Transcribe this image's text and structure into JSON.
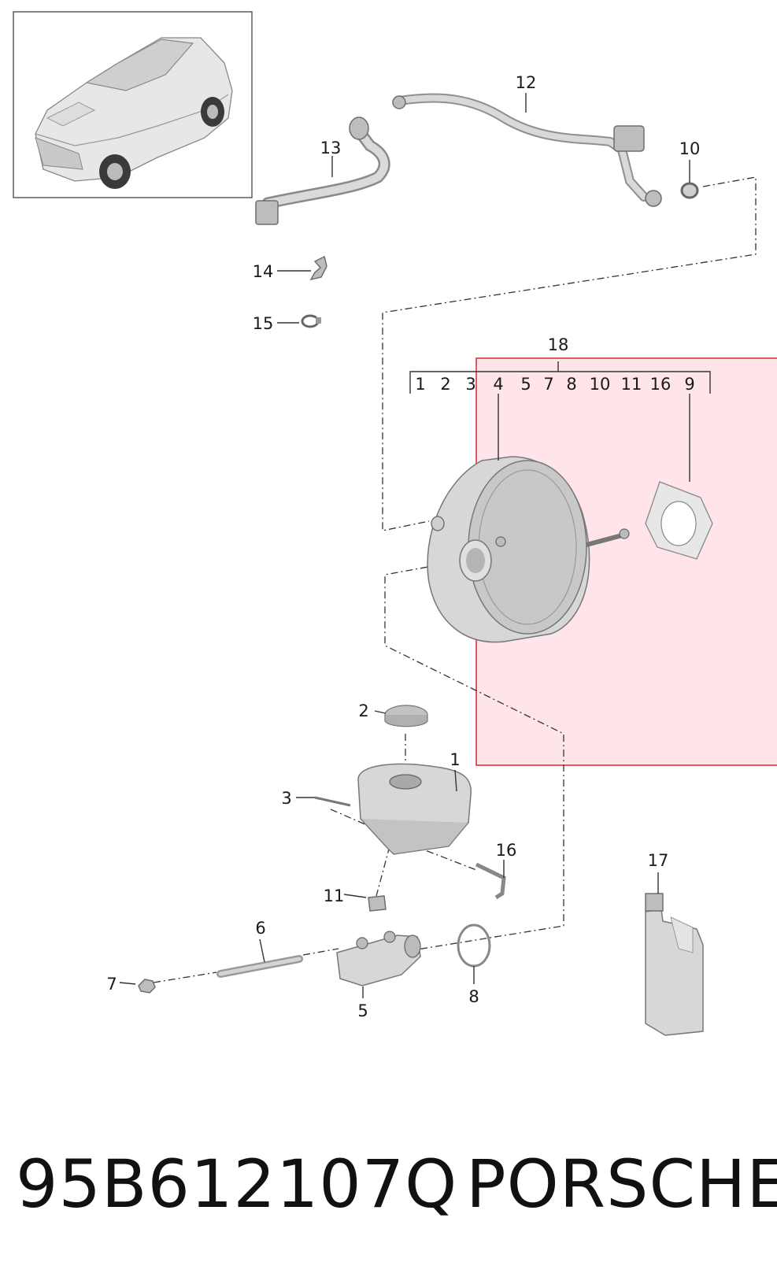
{
  "callouts": {
    "c1": "1",
    "c2": "2",
    "c3": "3",
    "c5": "5",
    "c6": "6",
    "c7": "7",
    "c8": "8",
    "c10": "10",
    "c11": "11",
    "c12": "12",
    "c13": "13",
    "c14": "14",
    "c15": "15",
    "c16": "16",
    "c17": "17",
    "c18": "18"
  },
  "kit_contents": [
    "1",
    "2",
    "3",
    "4",
    "5",
    "7",
    "8",
    "10",
    "11",
    "16",
    "9"
  ],
  "highlight": {
    "fill": "#ffdbe3",
    "stroke": "#d23a3a"
  },
  "footer": {
    "part_number": "95B612107Q",
    "brand": "PORSCHE"
  }
}
